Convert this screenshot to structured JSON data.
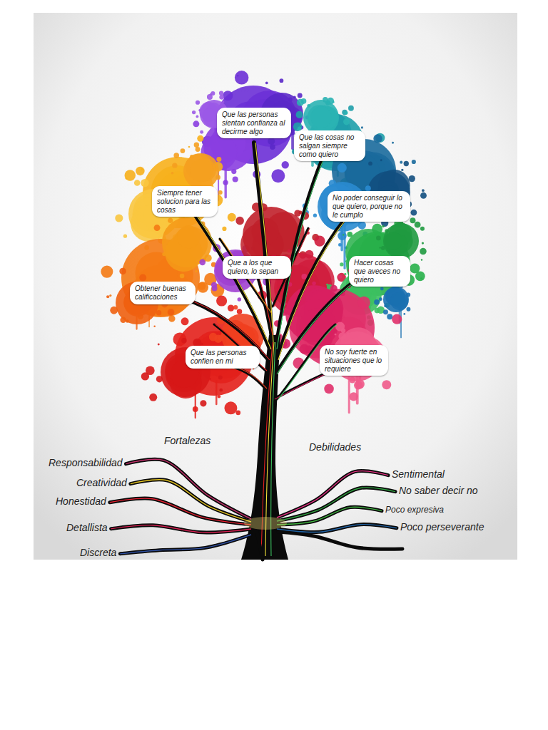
{
  "diagram": {
    "nodes": [
      {
        "text": [
          "Que las personas sientan confianza al decirme algo"
        ]
      },
      {
        "text": [
          "Que las cosas no salgan siempre como quiero"
        ]
      },
      {
        "text": [
          "Siempre tener solucion para las cosas"
        ]
      },
      {
        "text": [
          "No poder conseguir lo que quiero, porque no le cumplo"
        ]
      },
      {
        "text": [
          "Que a los que quiero, lo sepan"
        ]
      },
      {
        "text": [
          "Hacer cosas que aveces no quiero"
        ]
      },
      {
        "text": [
          "Obtener buenas calificaciones"
        ]
      },
      {
        "text": [
          "Que las personas confien en mi"
        ]
      },
      {
        "text": [
          "No soy fuerte en situaciones que lo requiere"
        ]
      }
    ],
    "labels": [
      "Fortalezas",
      "Debilidades",
      "Responsabilidad",
      "Creatividad",
      "Honestidad",
      "Detallista",
      "Discreta",
      "Sentimental",
      "No saber decir no",
      "Poco expresiva",
      "Poco perseverante"
    ]
  }
}
